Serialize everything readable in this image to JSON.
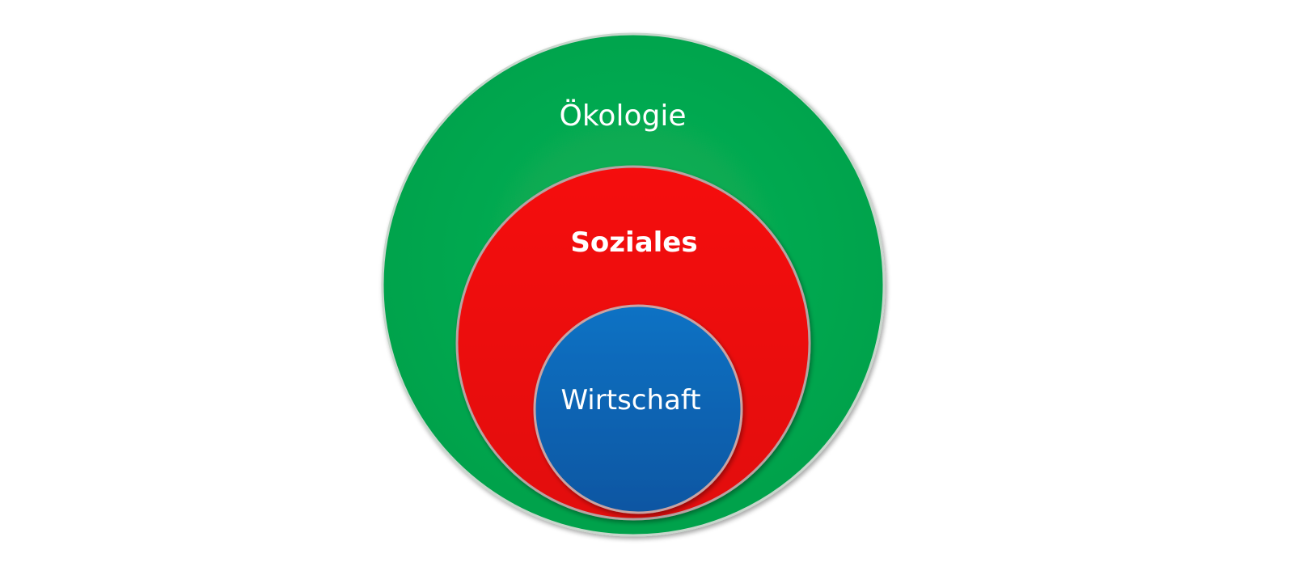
{
  "diagram": {
    "outer": {
      "label": "Ökologie",
      "color": "#00a94f"
    },
    "middle": {
      "label": "Soziales",
      "color": "#ee1111"
    },
    "inner": {
      "label": "Wirtschaft",
      "color": "#0a66b8"
    }
  }
}
